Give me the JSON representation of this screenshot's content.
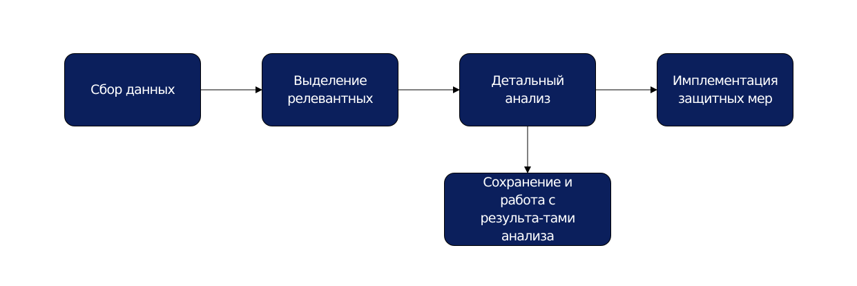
{
  "diagram": {
    "nodes": [
      {
        "id": "collect",
        "label": "Сбор данных"
      },
      {
        "id": "select",
        "label": "Выделение релевантных"
      },
      {
        "id": "analysis",
        "label": "Детальный анализ"
      },
      {
        "id": "implement",
        "label": "Имплементация защитных мер"
      },
      {
        "id": "store",
        "label": "Сохранение и работа с результа-тами анализа"
      }
    ],
    "edges": [
      {
        "from": "collect",
        "to": "select"
      },
      {
        "from": "select",
        "to": "analysis"
      },
      {
        "from": "analysis",
        "to": "implement"
      },
      {
        "from": "analysis",
        "to": "store"
      }
    ],
    "colors": {
      "node_fill": "#0b1f5c",
      "node_text": "#ffffff",
      "edge": "#000000"
    }
  }
}
